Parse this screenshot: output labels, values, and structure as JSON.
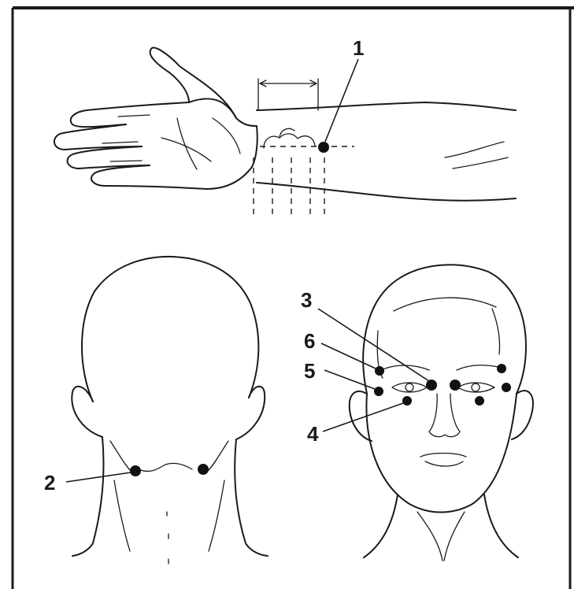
{
  "figure": {
    "labels": [
      "1",
      "2",
      "3",
      "4",
      "5",
      "6"
    ],
    "ink_color": "#1a1a1a",
    "point_color": "#111111",
    "background": "#ffffff"
  }
}
